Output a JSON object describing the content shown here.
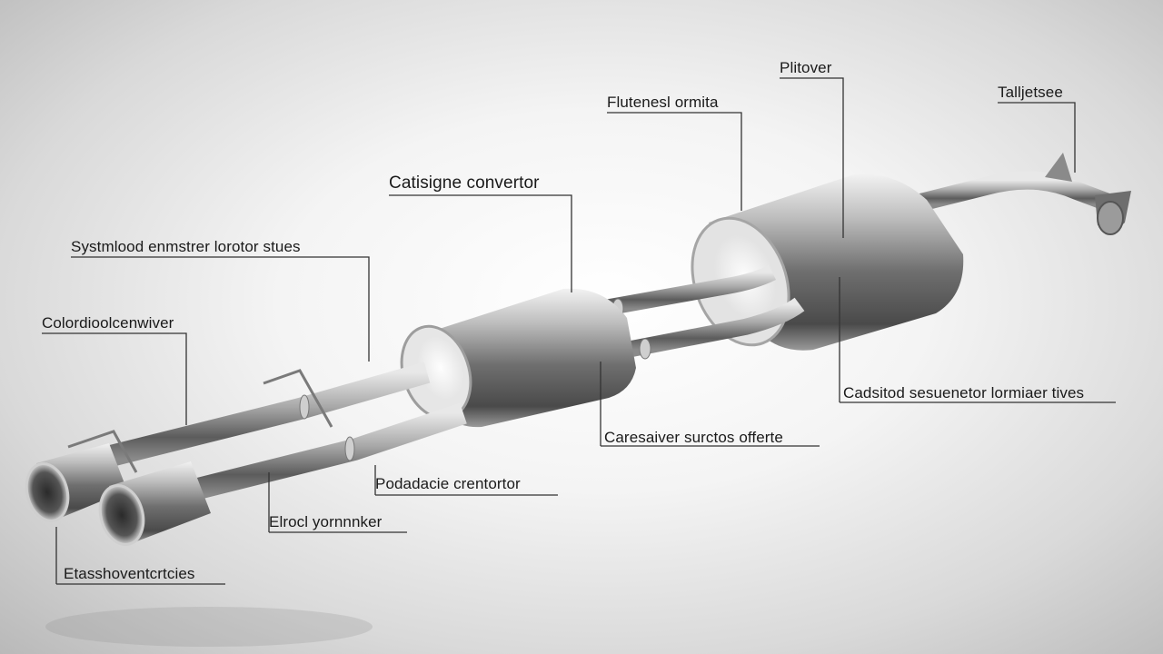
{
  "labels": {
    "plitover": "Plitover",
    "tailpipe": "Talljetsee",
    "flutenesl": "Flutenesl ormita",
    "catalytic": "Catisigne convertor",
    "system": "Systmlood enmstrer lorotor stues",
    "coldirect": "Colordioolcenwiver",
    "cadsitod": "Cadsitod sesuenetor lormiaer tives",
    "caresaiver": "Caresaiver surctos offerte",
    "podadacie": "Podadacie crentortor",
    "elrocl": "Elrocl yornnnker",
    "etasso": "Etasshoventcrtcies"
  }
}
